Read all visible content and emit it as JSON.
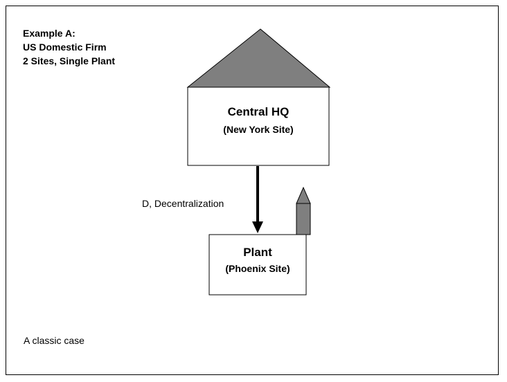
{
  "title": {
    "line1": "Example A:",
    "line2": "US Domestic Firm",
    "line3": "2 Sites, Single Plant"
  },
  "hq": {
    "name": "Central HQ",
    "site": "(New York Site)"
  },
  "plant": {
    "name": "Plant",
    "site": "(Phoenix Site)"
  },
  "arrow": {
    "label": "D, Decentralization"
  },
  "footer": {
    "text": "A classic case"
  },
  "colors": {
    "roof": "#7f7f7f",
    "chimney": "#7f7f7f",
    "box_fill": "#ffffff",
    "stroke": "#000000"
  }
}
